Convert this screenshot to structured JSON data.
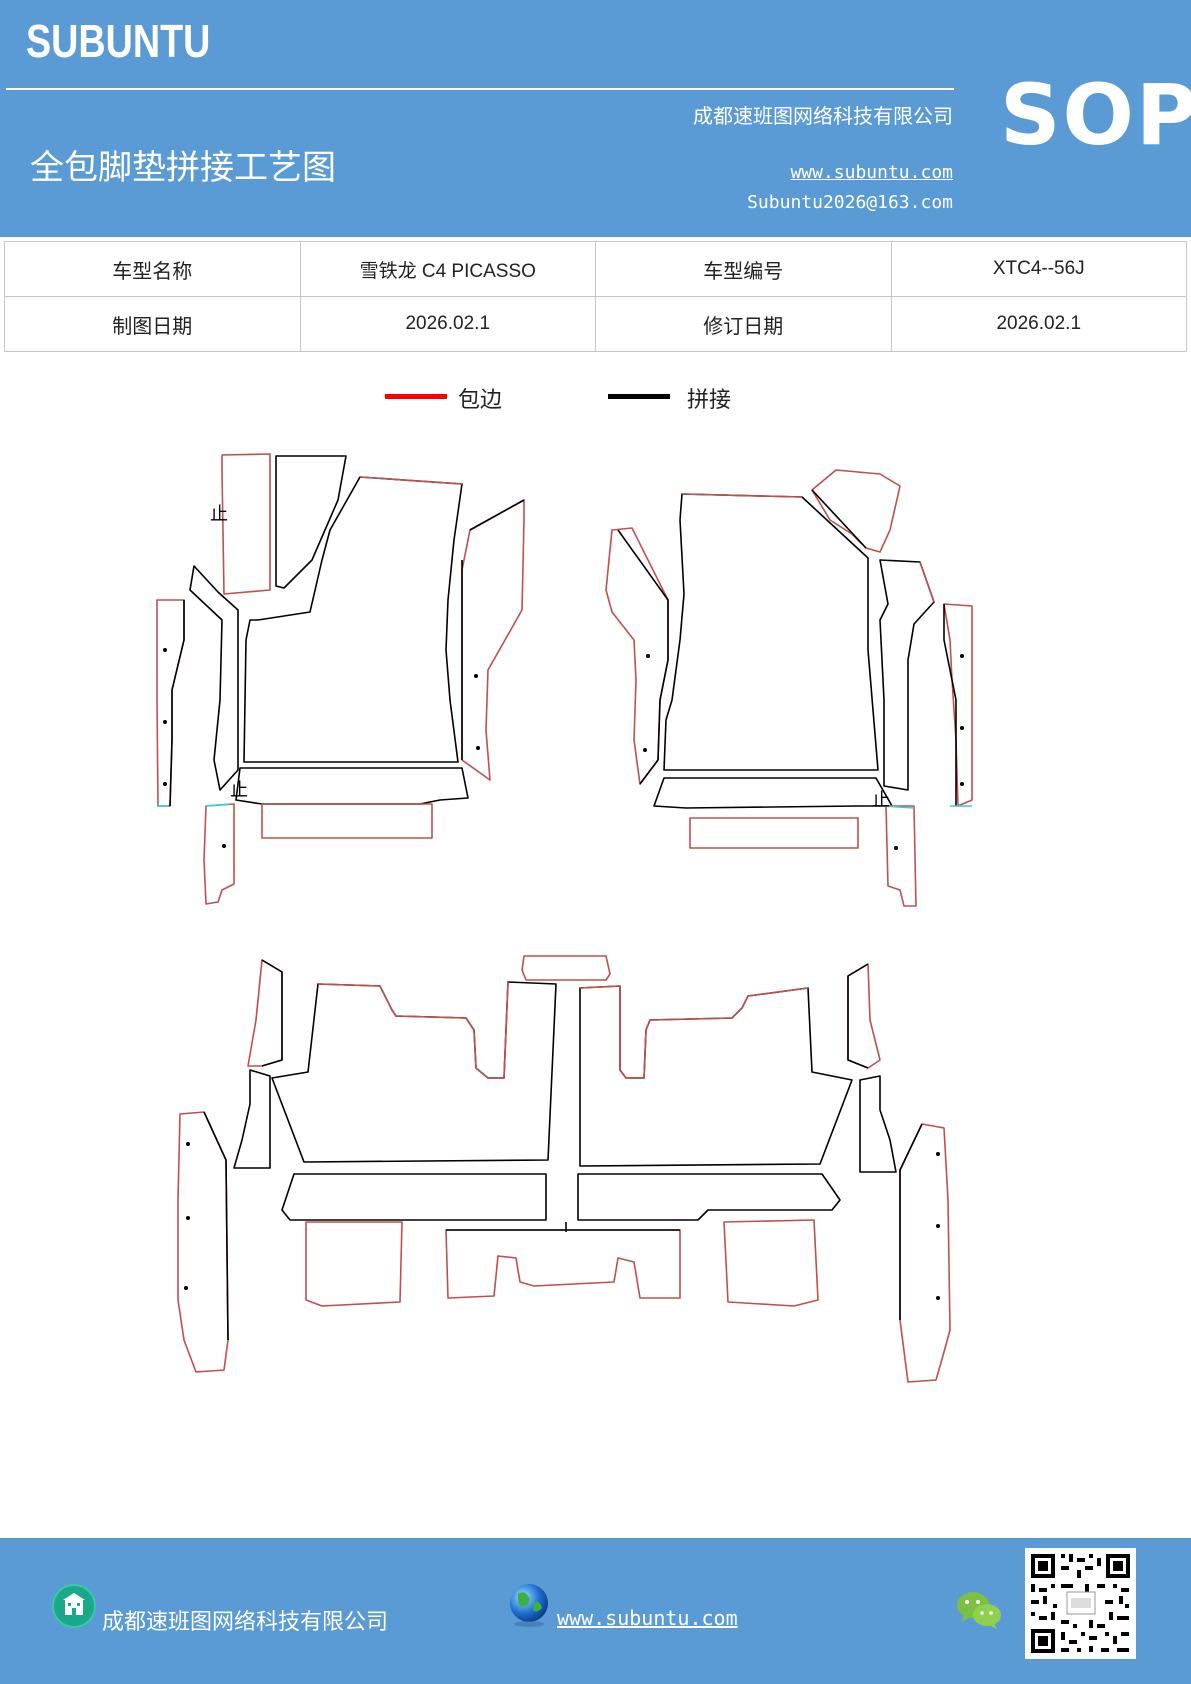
{
  "header": {
    "brand": "SUBUNTU",
    "doc_title": "全包脚垫拼接工艺图",
    "company": "成都速班图网络科技有限公司",
    "website": "www.subuntu.com",
    "email": "Subuntu2026@163.com",
    "badge": "SOP"
  },
  "info_table": {
    "rows": [
      {
        "label1": "车型名称",
        "value1": "雪铁龙 C4 PICASSO",
        "label2": "车型编号",
        "value2": "XTC4--56J"
      },
      {
        "label1": "制图日期",
        "value1": "2026.02.1",
        "label2": "修订日期",
        "value2": "2026.02.1"
      }
    ]
  },
  "legend": {
    "items": [
      {
        "label": "包边",
        "color": "#ff0000"
      },
      {
        "label": "拼接",
        "color": "#000000"
      }
    ]
  },
  "drawing": {
    "up_marks": [
      "止",
      "止",
      "止"
    ]
  },
  "footer": {
    "company": "成都速班图网络科技有限公司",
    "website": "www.subuntu.com "
  },
  "colors": {
    "header_blue": "#5b9bd5",
    "edge_red": "#c0504d",
    "seam_black": "#000000",
    "accent_cyan": "#33ccdd"
  },
  "icons": [
    "building-icon",
    "globe-icon",
    "wechat-icon",
    "qr-code-icon"
  ]
}
